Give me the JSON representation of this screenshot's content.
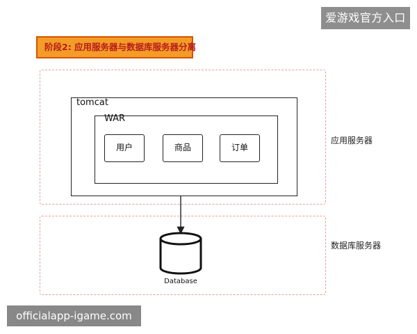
{
  "watermark": {
    "top_right_text": "爱游戏官方入口",
    "bottom_left_text": "officialapp-igame.com"
  },
  "diagram": {
    "stage_title": "阶段2: 应用服务器与数据库服务器分离",
    "zones": [
      {
        "label": "应用服务器"
      },
      {
        "label": "数据库服务器"
      }
    ],
    "tomcat": {
      "label": "tomcat",
      "war": {
        "label": "WAR",
        "modules": [
          "用户",
          "商品",
          "订单"
        ]
      }
    },
    "database": {
      "label": "Database"
    }
  }
}
